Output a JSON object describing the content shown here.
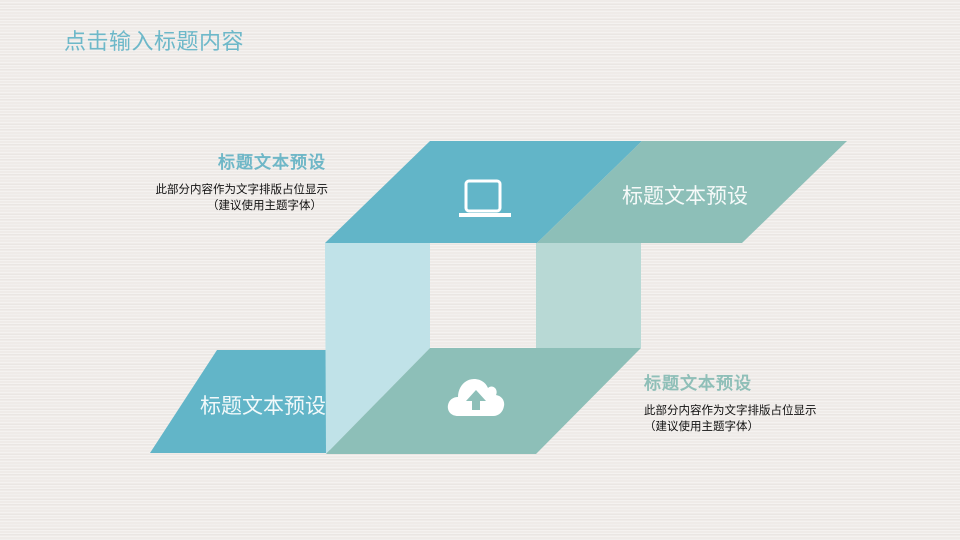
{
  "slide": {
    "title": "点击输入标题内容"
  },
  "colors": {
    "blue": "#62b5c8",
    "green": "#8dbfb8",
    "pale_blue": "#c0e2e8",
    "pale_green": "#b8d9d5",
    "title": "#6db8c9"
  },
  "diagram": {
    "top_right_label": "标题文本预设",
    "bottom_left_label": "标题文本预设",
    "top_icon": "laptop-icon",
    "bottom_icon": "cloud-upload-icon"
  },
  "blocks": {
    "left": {
      "heading": "标题文本预设",
      "line1": "此部分内容作为文字排版占位显示",
      "line2": "（建议使用主题字体）"
    },
    "right": {
      "heading": "标题文本预设",
      "line1": "此部分内容作为文字排版占位显示",
      "line2": "（建议使用主题字体）"
    }
  }
}
